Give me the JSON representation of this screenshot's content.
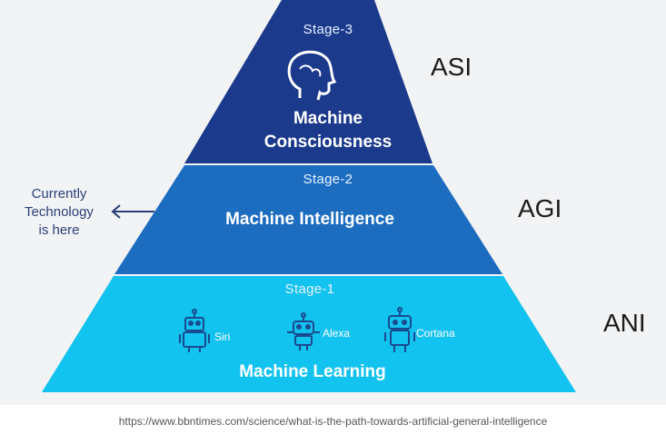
{
  "diagram": {
    "tiers": [
      {
        "stage": "Stage-3",
        "title_line1": "Machine",
        "title_line2": "Consciousness",
        "level": "ASI",
        "color": "#1c3a8c",
        "icon": "brain-head-icon"
      },
      {
        "stage": "Stage-2",
        "title": "Machine Intelligence",
        "level": "AGI",
        "color": "#1c6cc0"
      },
      {
        "stage": "Stage-1",
        "title": "Machine Learning",
        "level": "ANI",
        "color": "#12c2ef",
        "examples": [
          {
            "label": "Siri",
            "icon": "robot-icon"
          },
          {
            "label": "Alexa",
            "icon": "robot-icon"
          },
          {
            "label": "Cortana",
            "icon": "robot-icon"
          }
        ]
      }
    ],
    "current_note": {
      "line1": "Currently",
      "line2": "Technology",
      "line3": "is here",
      "icon": "arrow-left-icon"
    },
    "source_url": "https://www.bbntimes.com/science/what-is-the-path-towards-artificial-general-intelligence"
  }
}
